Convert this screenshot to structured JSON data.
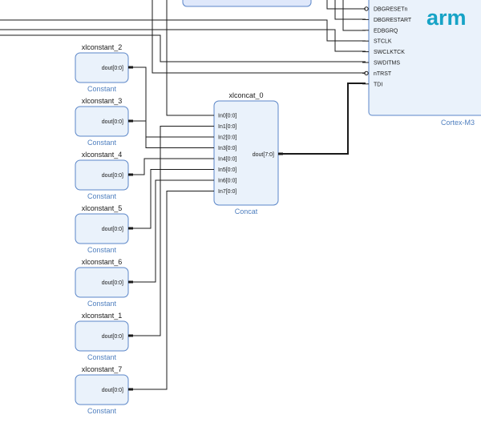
{
  "constants": [
    {
      "name": "xlconstant_2",
      "port": "dout[0:0]",
      "type": "Constant",
      "target": 2
    },
    {
      "name": "xlconstant_3",
      "port": "dout[0:0]",
      "type": "Constant",
      "target": 3
    },
    {
      "name": "xlconstant_4",
      "port": "dout[0:0]",
      "type": "Constant",
      "target": 4
    },
    {
      "name": "xlconstant_5",
      "port": "dout[0:0]",
      "type": "Constant",
      "target": 5
    },
    {
      "name": "xlconstant_6",
      "port": "dout[0:0]",
      "type": "Constant",
      "target": 6
    },
    {
      "name": "xlconstant_1",
      "port": "dout[0:0]",
      "type": "Constant",
      "target": 1
    },
    {
      "name": "xlconstant_7",
      "port": "dout[0:0]",
      "type": "Constant",
      "target": 7
    }
  ],
  "concat": {
    "name": "xlconcat_0",
    "type": "Concat",
    "inputs": [
      "In0[0:0]",
      "In1[0:0]",
      "In2[0:0]",
      "In3[0:0]",
      "In4[0:0]",
      "In5[0:0]",
      "In6[0:0]",
      "In7[0:0]"
    ],
    "output": "dout[7:0]"
  },
  "cortex": {
    "type": "Cortex-M3",
    "logo": "arm",
    "ports": [
      "DBGRESETn",
      "DBGRESTART",
      "EDBGRQ",
      "STCLK",
      "SWCLKTCK",
      "SWDITMS",
      "nTRST",
      "TDI"
    ],
    "inverted_ports": [
      "DBGRESETn",
      "nTRST"
    ]
  },
  "colors": {
    "block_fill": "#eaf2fb",
    "block_border": "#5b86c8",
    "type_label": "#4f7fbf",
    "wire": "#1a1a1a",
    "arm_logo": "#16a3c6"
  }
}
